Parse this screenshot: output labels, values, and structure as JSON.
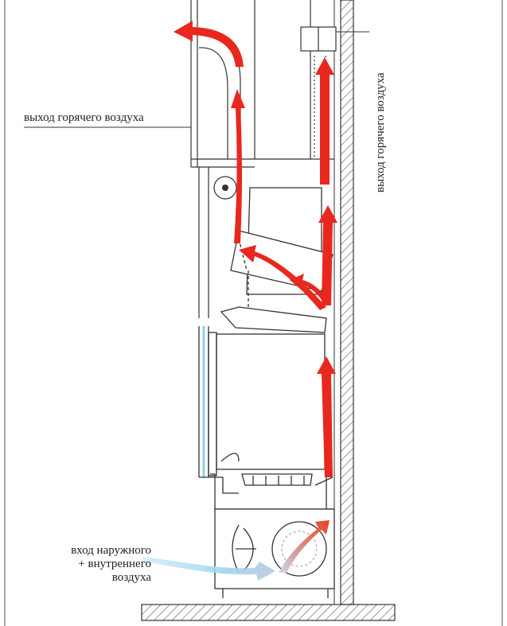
{
  "labels": {
    "hot_air_outlet_left": "выход горячего воздуха",
    "hot_air_outlet_right": "выход горячего воздуха",
    "air_inlet_line1": "вход наружного",
    "air_inlet_line2": "+ внутреннего",
    "air_inlet_line3": "воздуха"
  },
  "colors": {
    "hot_air": "#e8281e",
    "cold_air": "#8fd0ec",
    "lines": "#333333"
  },
  "icons": [
    "hot-air-arrow-icon",
    "cold-air-flow-icon",
    "fan-icon",
    "wall-hatch"
  ]
}
